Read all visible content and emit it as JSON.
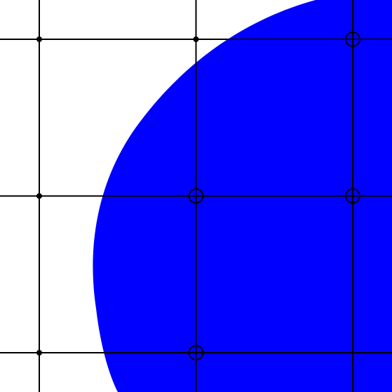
{
  "colors": {
    "background": "#ffffff",
    "blob": "#0000ff",
    "grid": "#000000"
  },
  "grid": {
    "columns": 3,
    "rows": 3
  },
  "markers": [
    {
      "row": 0,
      "col": 0,
      "type": "dot-marker"
    },
    {
      "row": 0,
      "col": 1,
      "type": "dot-marker"
    },
    {
      "row": 0,
      "col": 2,
      "type": "circle-cross-marker"
    },
    {
      "row": 1,
      "col": 0,
      "type": "dot-marker"
    },
    {
      "row": 1,
      "col": 1,
      "type": "circle-cross-marker"
    },
    {
      "row": 1,
      "col": 2,
      "type": "circle-cross-marker"
    },
    {
      "row": 2,
      "col": 0,
      "type": "dot-marker"
    },
    {
      "row": 2,
      "col": 1,
      "type": "circle-cross-marker"
    }
  ]
}
